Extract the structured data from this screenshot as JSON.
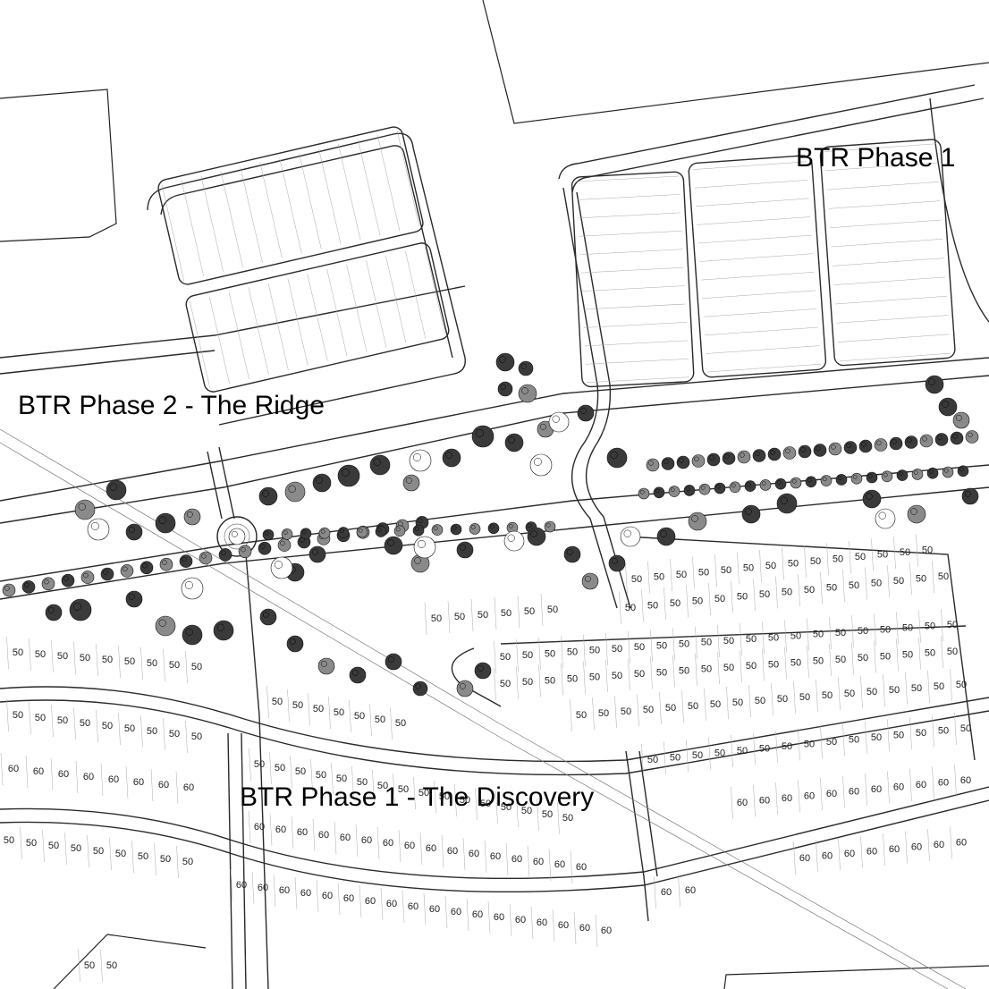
{
  "labels": {
    "phase1_discovery": "BTR Phase 1 - The Discovery",
    "phase2_ridge": "BTR Phase 2 - The Ridge",
    "phase1_east": "BTR Phase 1"
  },
  "lot_widths": [
    "50",
    "60"
  ],
  "colors": {
    "linework": "#2a2a2a",
    "tree_canopy": "#3a3a3a",
    "tree_light": "#8a8a8a",
    "background": "#ffffff"
  }
}
